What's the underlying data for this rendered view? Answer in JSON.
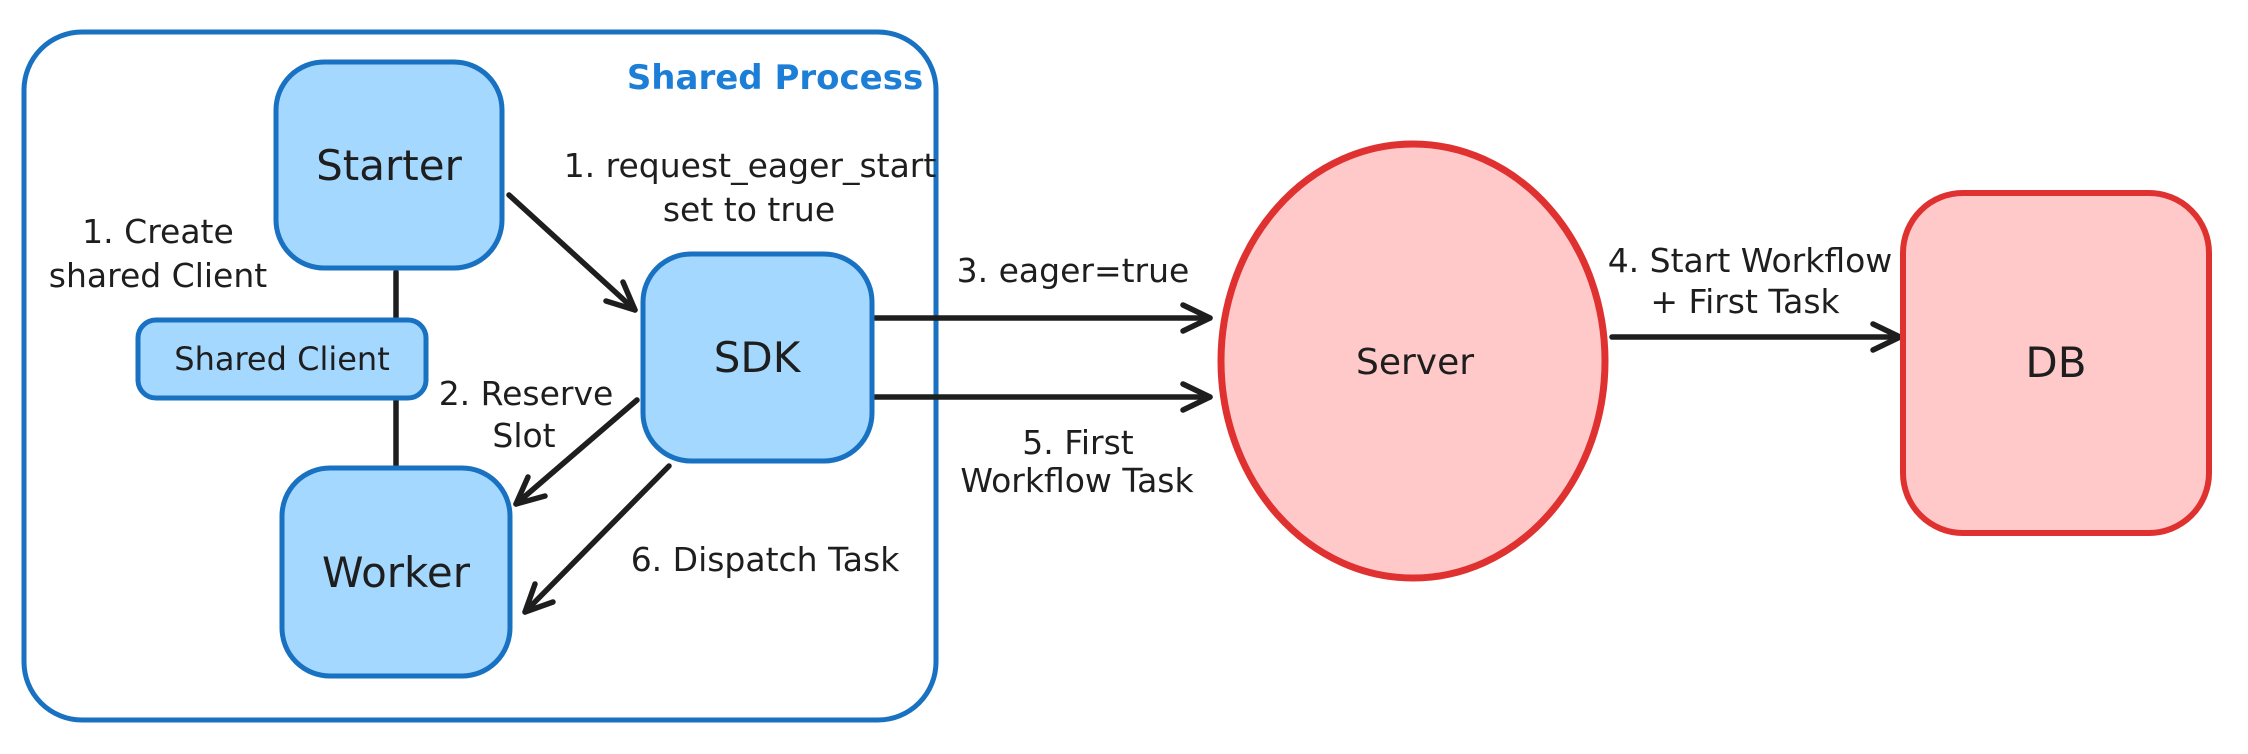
{
  "container": {
    "label": "Shared Process"
  },
  "nodes": {
    "starter": {
      "label": "Starter"
    },
    "shared_client": {
      "label": "Shared Client"
    },
    "worker": {
      "label": "Worker"
    },
    "sdk": {
      "label": "SDK"
    },
    "server": {
      "label": "Server"
    },
    "db": {
      "label": "DB"
    }
  },
  "annotations": {
    "create_shared_client": {
      "line1": "1. Create",
      "line2": "shared Client"
    },
    "request_eager_start": {
      "line1": "1. request_eager_start",
      "line2": "set to true"
    },
    "reserve_slot": {
      "line1": "2. Reserve",
      "line2": "Slot"
    },
    "eager_true": {
      "label": "3. eager=true"
    },
    "start_workflow": {
      "line1": "4. Start Workflow",
      "line2": "+ First Task"
    },
    "first_workflow_task": {
      "line1": "5. First",
      "line2": "Workflow Task"
    },
    "dispatch_task": {
      "label": "6. Dispatch Task"
    }
  },
  "colors": {
    "blue_stroke": "#1971c2",
    "blue_fill": "#a5d8ff",
    "blue_label": "#1c7ed6",
    "red_stroke": "#e03131",
    "red_fill": "#ffc9c9",
    "ink": "#1e1e1e",
    "background": "#ffffff"
  }
}
